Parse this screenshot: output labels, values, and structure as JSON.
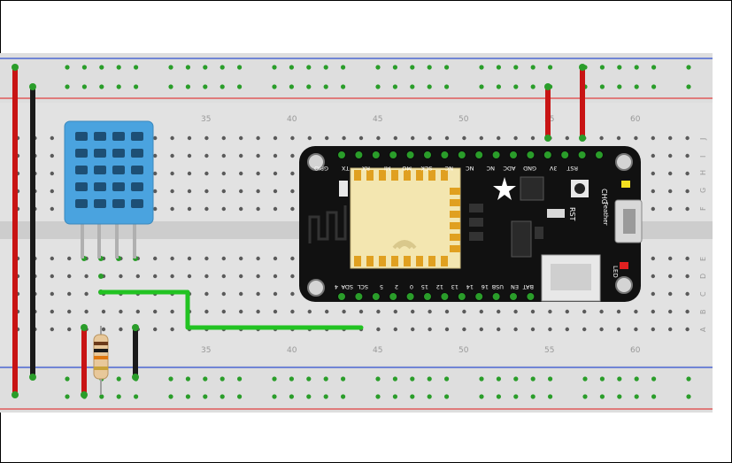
{
  "board": {
    "column_numbers": [
      "35",
      "40",
      "45",
      "50",
      "55",
      "60"
    ],
    "row_letters_top": [
      "J",
      "I",
      "H",
      "G",
      "F"
    ],
    "row_letters_bottom": [
      "E",
      "D",
      "C",
      "B",
      "A"
    ]
  },
  "feather": {
    "top_pins": [
      "GPIO",
      "TX",
      "RX",
      "MI",
      "MO",
      "SCK",
      "NC",
      "NC",
      "NC",
      "ADC",
      "GND",
      "3V",
      "RST"
    ],
    "bottom_pins": [
      "4",
      "SDA",
      "SCL",
      "5",
      "2",
      "0",
      "15",
      "12",
      "13",
      "14",
      "16",
      "USB",
      "EN",
      "BAT"
    ],
    "chg_label": "CHG",
    "rst_label": "RST",
    "feather_label": "Feather",
    "led_label": "LED"
  },
  "colors": {
    "breadboard": "#d8d8d8",
    "hole_green": "#2a9d2a",
    "wire_red": "#c81414",
    "wire_black": "#1a1a1a",
    "wire_green": "#22c322",
    "dht_blue": "#4aa3df",
    "pcb_black": "#111111",
    "wifi_module": "#f3e6b0",
    "rail_red": "#e04040",
    "rail_blue": "#3050d0"
  },
  "icons": {
    "star": "adafruit-star-icon",
    "wifi": "wifi-antenna-icon"
  }
}
